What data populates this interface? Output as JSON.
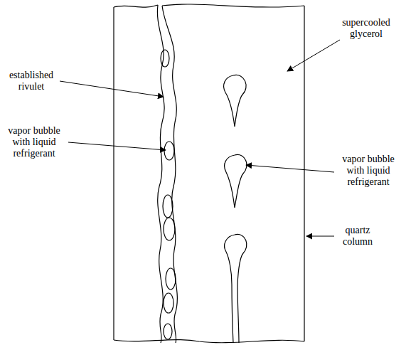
{
  "diagram": {
    "labels": [
      "supercooled glycerol",
      "established rivulet",
      "vapor bubble with liquid refrigerant",
      "vapor bubble with liquid refrigerant",
      "quartz column"
    ]
  }
}
